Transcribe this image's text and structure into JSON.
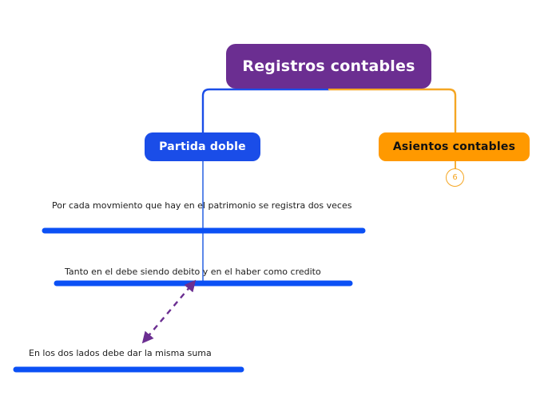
{
  "diagram": {
    "title": "Registros contables",
    "background_color": "#ffffff",
    "root": {
      "label": "Registros contables",
      "fill": "#6B2E91",
      "text_color": "#ffffff"
    },
    "branches": [
      {
        "label": "Partida doble",
        "fill": "#1A4DE8",
        "text_color": "#ffffff",
        "connector_color": "#1A4DE8",
        "leaves": [
          {
            "text": "Por cada movmiento que hay en el patrimonio se registra dos veces",
            "underline_color": "#0B50F5"
          },
          {
            "text": "Tanto en el debe siendo debito y en el haber como credito",
            "underline_color": "#0B50F5"
          },
          {
            "text": "En los dos lados debe dar la misma suma",
            "underline_color": "#0B50F5"
          }
        ]
      },
      {
        "label": "Asientos contables",
        "fill": "#FF9900",
        "text_color": "#111111",
        "connector_color": "#F5A623",
        "badge": "6",
        "badge_color": "#F5A623",
        "leaves": []
      }
    ],
    "annotation": {
      "type": "double-headed-dashed-arrow",
      "color": "#6B2E91",
      "from": "En los dos lados debe dar la misma suma",
      "to": "Tanto en el debe siendo debito y en el haber como credito"
    }
  }
}
